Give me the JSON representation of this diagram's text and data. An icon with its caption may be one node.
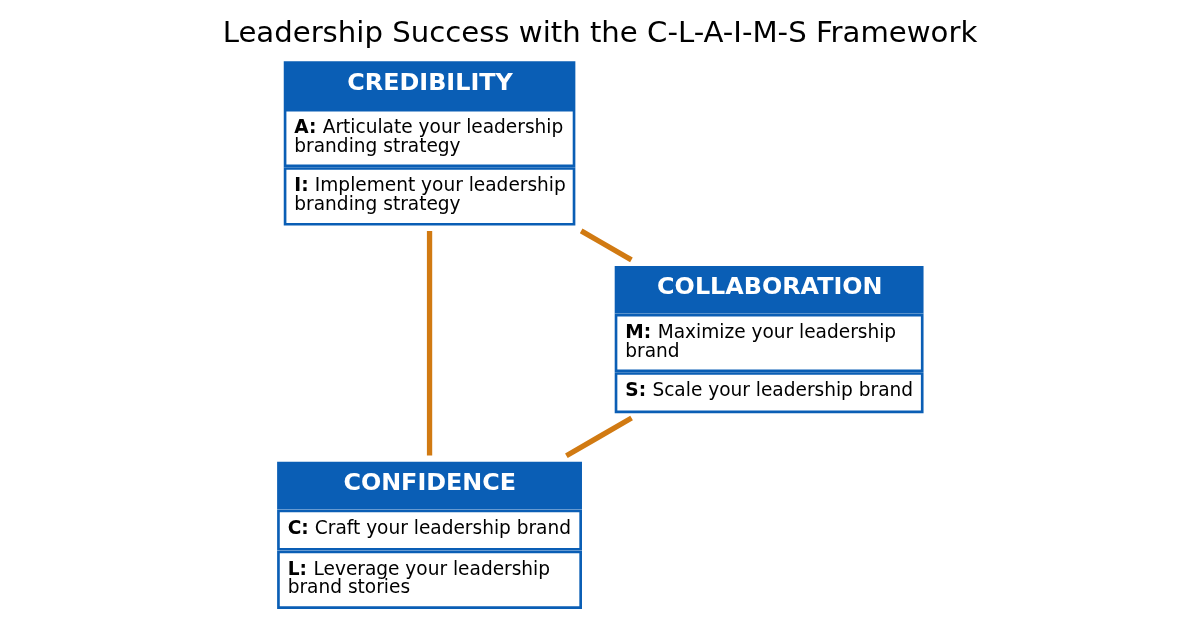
{
  "diagram": {
    "title": "Leadership Success with the C-L-A-I-M-S Framework",
    "nodes": [
      {
        "text": [
          "CONFIDENCE",
          "**C:** Craft your leadership brand",
          "**L:** Leverage your leadership brand stories"
        ]
      },
      {
        "text": [
          "CREDIBILITY",
          "**A:** Articulate your leadership branding strategy",
          "**I:** Implement your leadership branding strategy"
        ]
      },
      {
        "text": [
          "COLLABORATION",
          "**M:** Maximize your leadership brand",
          "**S:** Scale your leadership brand"
        ]
      }
    ],
    "edges": [
      {
        "from": 0,
        "to": 1,
        "arrow": "none"
      },
      {
        "from": 1,
        "to": 2,
        "arrow": "none"
      },
      {
        "from": 2,
        "to": 0,
        "arrow": "none"
      }
    ]
  }
}
